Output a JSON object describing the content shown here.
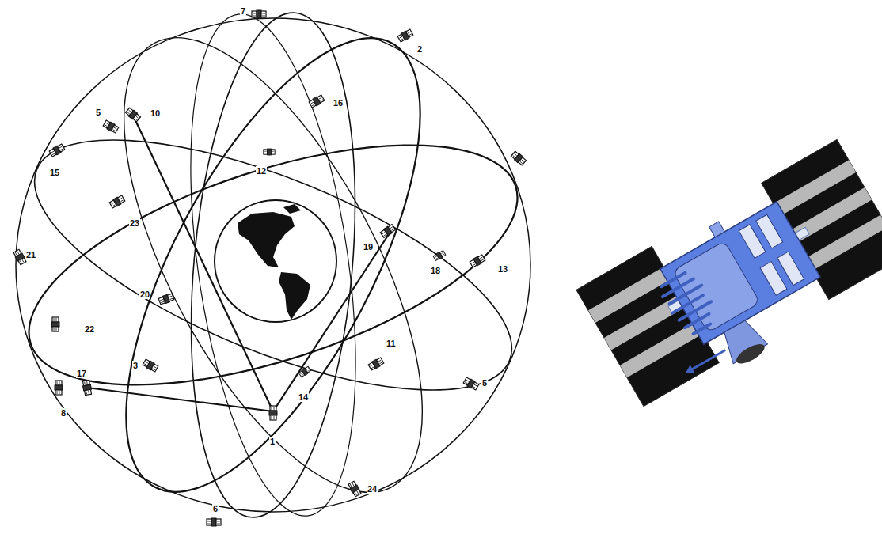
{
  "diagram": {
    "labels": [
      "7",
      "2",
      "10",
      "5",
      "16",
      "12",
      "15",
      "23",
      "19",
      "18",
      "13",
      "21",
      "20",
      "22",
      "11",
      "17",
      "3",
      "14",
      "5",
      "1",
      "8",
      "24",
      "6"
    ]
  }
}
